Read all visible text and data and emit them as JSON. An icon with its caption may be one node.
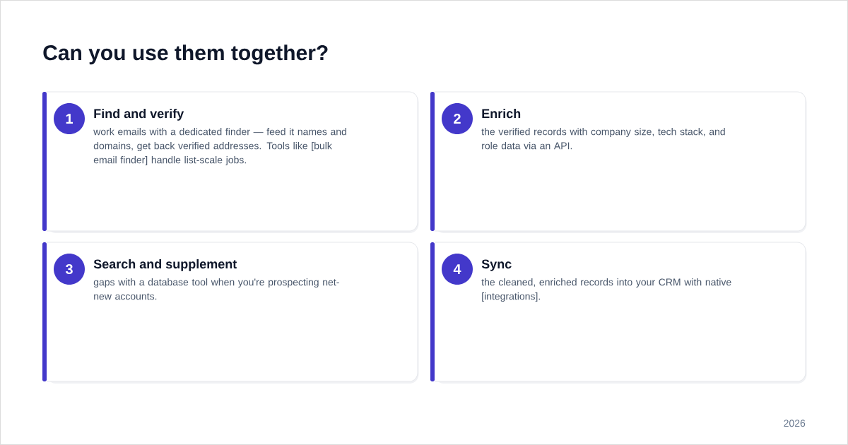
{
  "diagram": {
    "title": "Can you use them together?",
    "nodes": [
      {
        "text": [
          "Find and verify",
          "work emails with a dedicated finder — feed it names and domains, get back verified addresses. Tools like [bulk email finder] handle list-scale jobs."
        ]
      },
      {
        "text": [
          "1"
        ],
        "in": 0
      },
      {
        "text": [
          "Enrich",
          "the verified records with company size, tech stack, and role data via an API."
        ]
      },
      {
        "text": [
          "2"
        ],
        "in": 2
      },
      {
        "text": [
          "Search and supplement",
          "gaps with a database tool when you're prospecting net-new accounts."
        ]
      },
      {
        "text": [
          "3"
        ],
        "in": 4
      },
      {
        "text": [
          "Sync",
          "the cleaned, enriched records into your CRM with native [integrations]."
        ]
      },
      {
        "text": [
          "4"
        ],
        "in": 6
      }
    ],
    "labels": [
      "2026"
    ]
  }
}
